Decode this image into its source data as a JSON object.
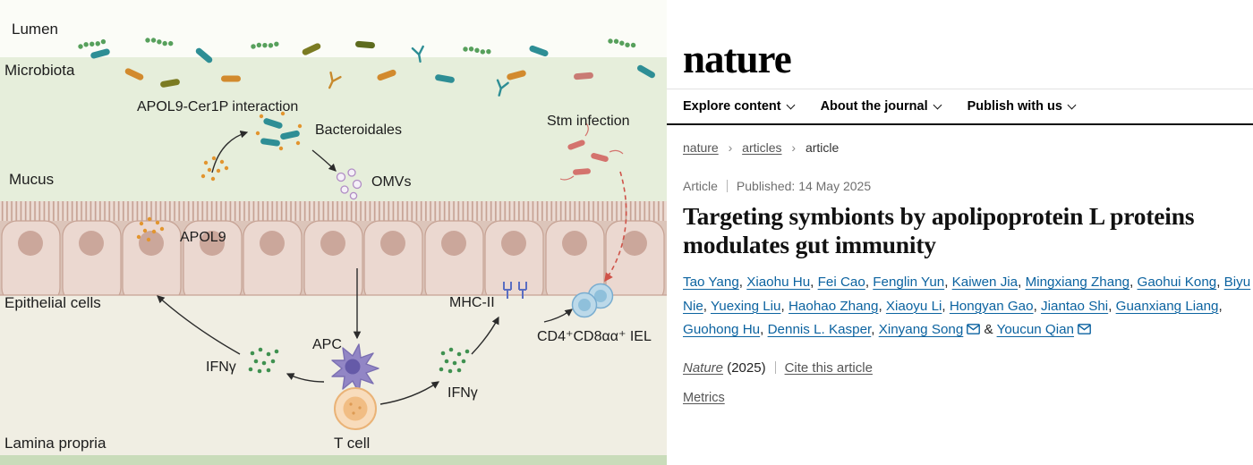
{
  "figure": {
    "labels": {
      "lumen": "Lumen",
      "microbiota": "Microbiota",
      "apol9_cer1p_interaction": "APOL9-Cer1P interaction",
      "bacteroidales": "Bacteroidales",
      "stm_infection": "Stm infection",
      "mucus": "Mucus",
      "omvs": "OMVs",
      "apol9": "APOL9",
      "epithelial_cells": "Epithelial cells",
      "mhc_ii": "MHC-II",
      "iel": "CD4⁺CD8αα⁺ IEL",
      "ifng_left": "IFNγ",
      "ifng_right": "IFNγ",
      "apc": "APC",
      "t_cell": "T cell",
      "lamina_propria": "Lamina propria"
    }
  },
  "site": {
    "logo": "nature",
    "nav": [
      {
        "label": "Explore content"
      },
      {
        "label": "About the journal"
      },
      {
        "label": "Publish with us"
      }
    ],
    "breadcrumb": [
      {
        "label": "nature"
      },
      {
        "label": "articles"
      },
      {
        "label": "article"
      }
    ],
    "breadcrumb_separator": "›",
    "colors": {
      "author_link": "#0c63a0"
    },
    "article": {
      "type": "Article",
      "published_label": "Published:",
      "published_date": "14 May 2025",
      "title": "Targeting symbionts by apolipoprotein L proteins modulates gut immunity",
      "authors": [
        "Tao Yang",
        "Xiaohu Hu",
        "Fei Cao",
        "Fenglin Yun",
        "Kaiwen Jia",
        "Mingxiang Zhang",
        "Gaohui Kong",
        "Biyu Nie",
        "Yuexing Liu",
        "Haohao Zhang",
        "Xiaoyu Li",
        "Hongyan Gao",
        "Jiantao Shi",
        "Guanxiang Liang",
        "Guohong Hu",
        "Dennis L. Kasper"
      ],
      "corresponding_authors": [
        "Xinyang Song",
        "Youcun Qian"
      ],
      "journal": "Nature",
      "year": "(2025)",
      "cite_label": "Cite this article",
      "metrics_label": "Metrics"
    }
  }
}
